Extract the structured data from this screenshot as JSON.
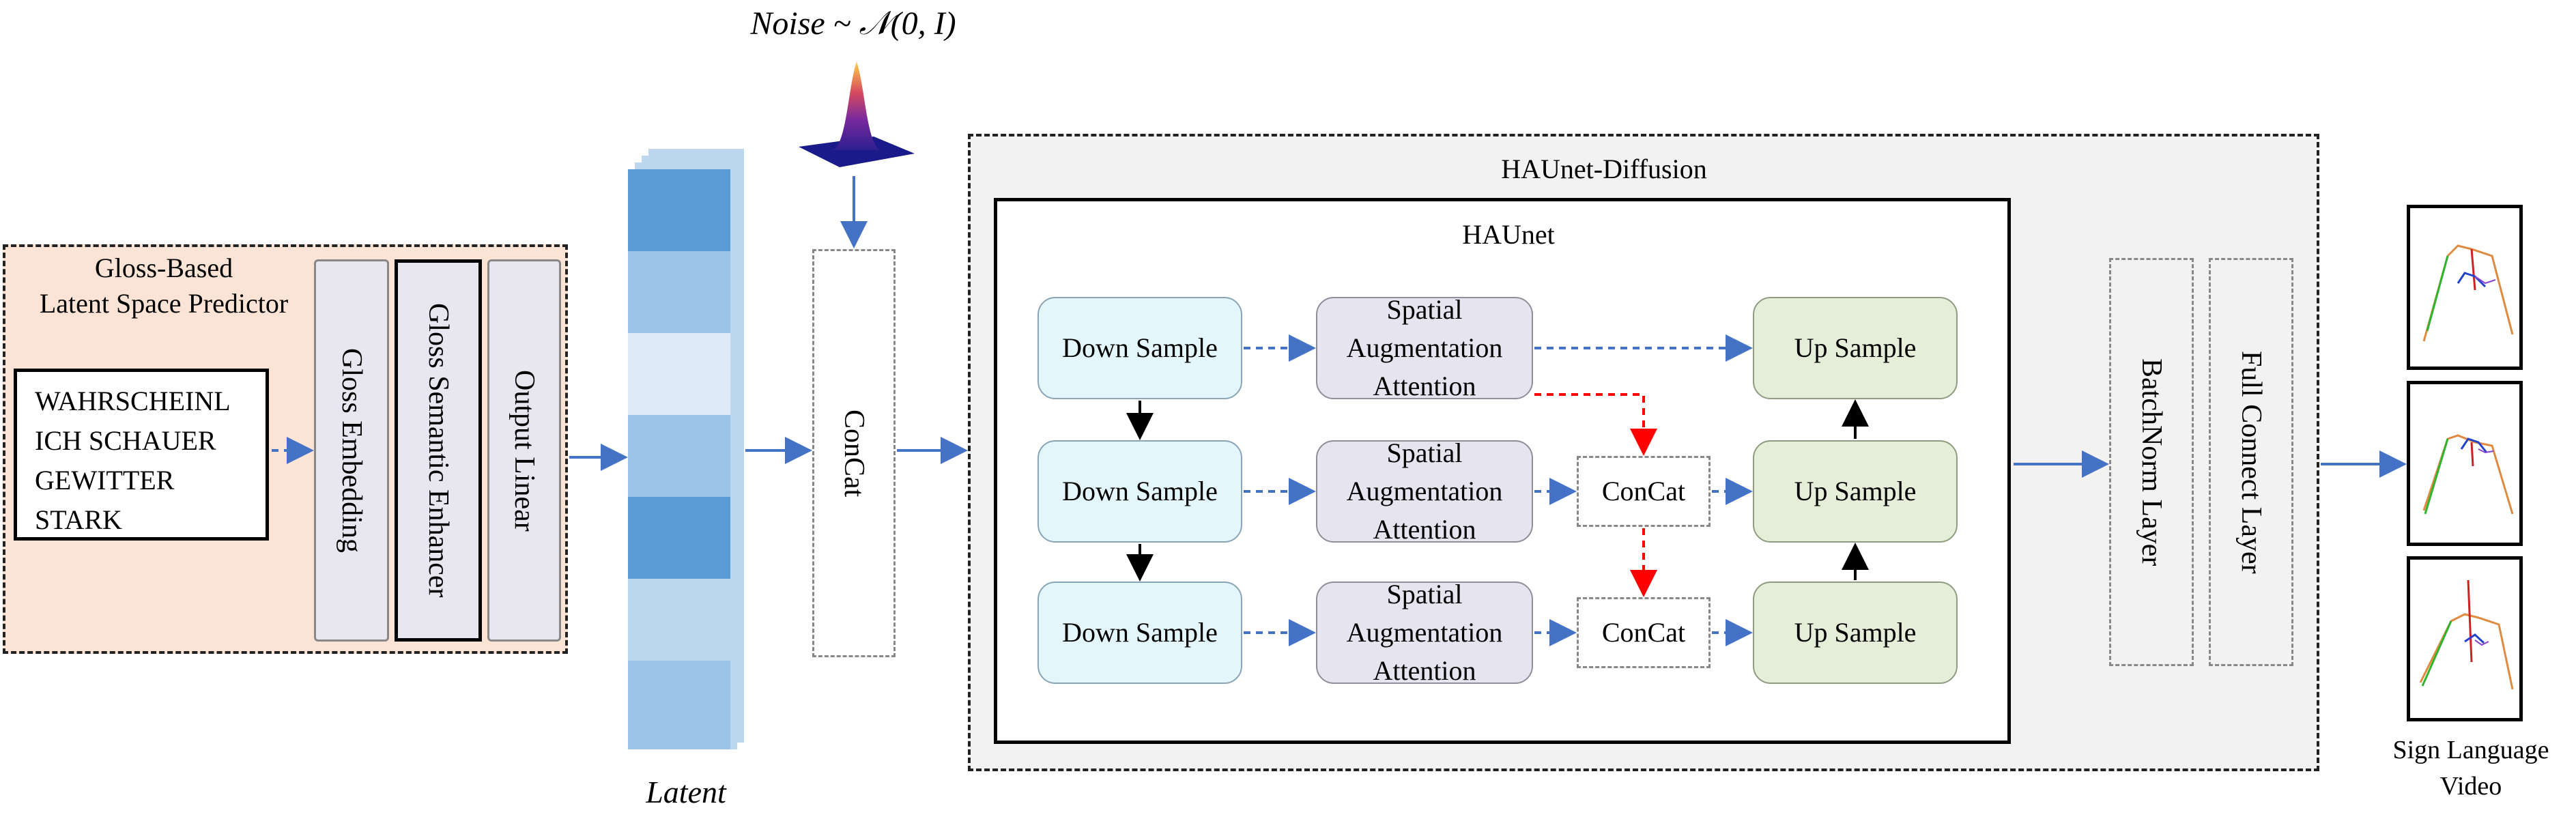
{
  "noise_label": "Noise ~ 𝒩(0, I)",
  "latent_label": "Latent",
  "predictor": {
    "title_line1": "Gloss-Based",
    "title_line2": "Latent Space Predictor",
    "gloss_input": [
      "WAHRSCHEINL",
      "ICH SCHAUER",
      "GEWITTER",
      "STARK"
    ],
    "gloss_embedding": "Gloss Embedding",
    "semantic_enhancer": "Gloss Semantic Enhancer",
    "output_linear": "Output Linear"
  },
  "concat_main": "ConCat",
  "diffusion": {
    "title": "HAUnet-Diffusion",
    "haunet_title": "HAUnet",
    "down_sample": "Down Sample",
    "attention_line1": "Spatial",
    "attention_line2": "Augmentation",
    "attention_line3": "Attention",
    "concat": "ConCat",
    "up_sample": "Up Sample",
    "batchnorm": "BatchNorm Layer",
    "full_connect": "Full Connect Layer"
  },
  "output": {
    "line1": "Sign Language",
    "line2": "Video"
  },
  "colors": {
    "predictor_bg": "#fbe4d6",
    "diffusion_bg": "#f2f2f2",
    "arrow_blue": "#4472c4",
    "arrow_red": "#ff0000",
    "latent_dark": "#5b9bd5",
    "latent_mid": "#9dc3e6",
    "latent_light": "#deebf7"
  }
}
